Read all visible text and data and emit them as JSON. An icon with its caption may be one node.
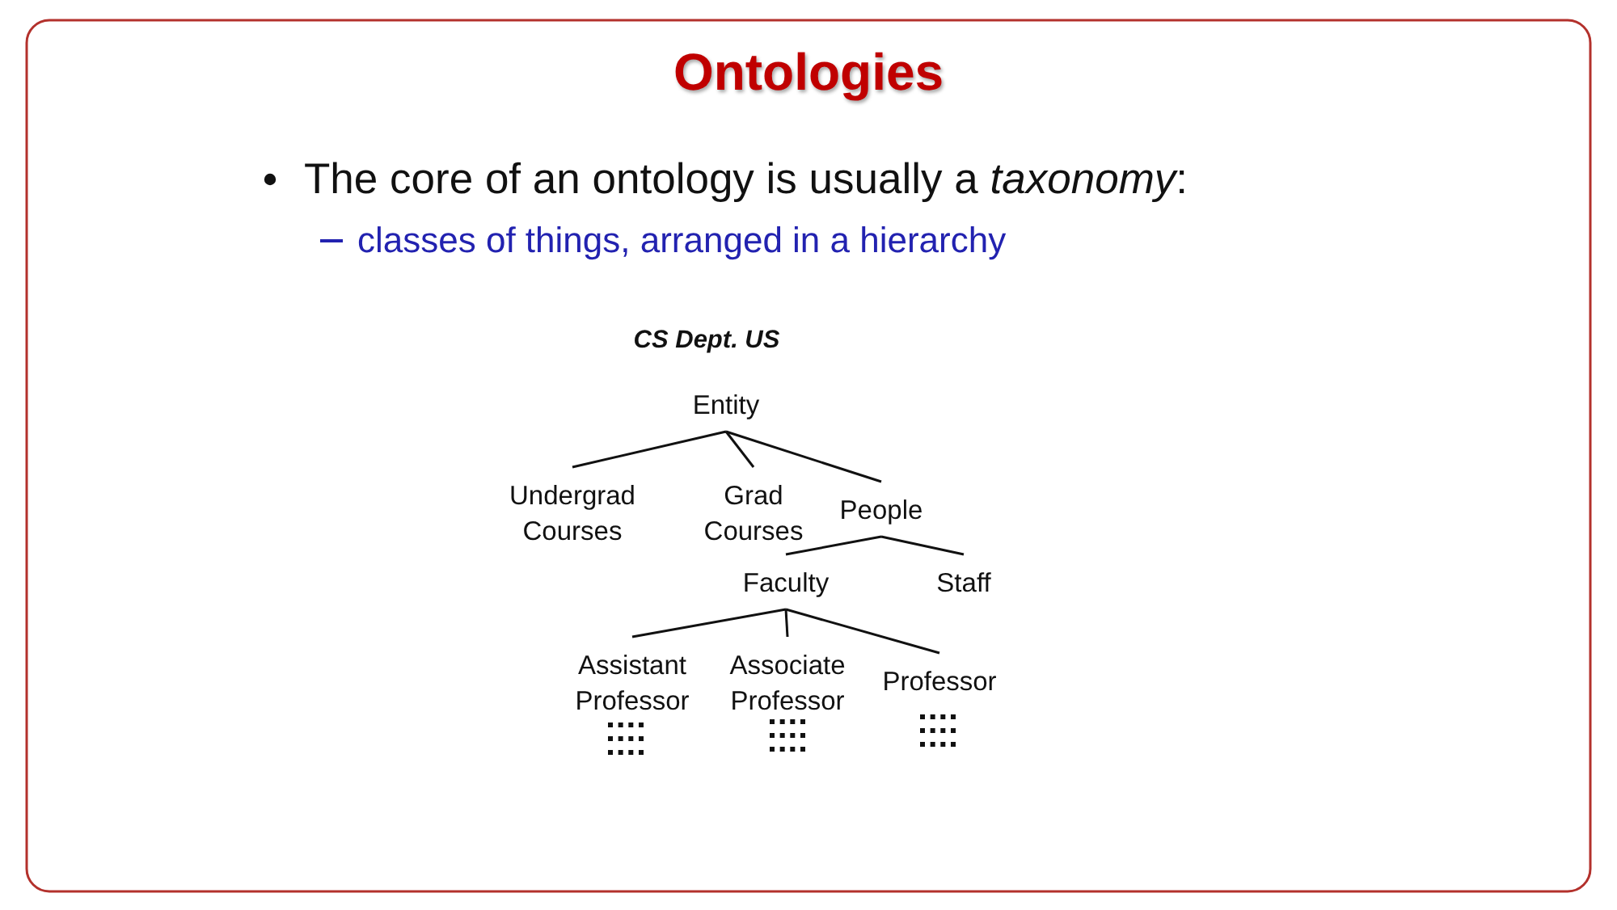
{
  "diagram": {
    "title": "Ontologies",
    "nodes": [
      {
        "text": [
          "Entity"
        ]
      },
      {
        "text": [
          "Undergrad Courses"
        ]
      },
      {
        "text": [
          "Grad Courses"
        ]
      },
      {
        "text": [
          "People"
        ]
      },
      {
        "text": [
          "Faculty"
        ]
      },
      {
        "text": [
          "Staff"
        ]
      },
      {
        "text": [
          "Assistant Professor"
        ]
      },
      {
        "text": [
          "Associate Professor"
        ]
      },
      {
        "text": [
          "Professor"
        ]
      }
    ],
    "edges": [
      {
        "from": 0,
        "to": 1,
        "arrow": "none"
      },
      {
        "from": 0,
        "to": 2,
        "arrow": "none"
      },
      {
        "from": 0,
        "to": 3,
        "arrow": "none"
      },
      {
        "from": 3,
        "to": 4,
        "arrow": "none"
      },
      {
        "from": 3,
        "to": 5,
        "arrow": "none"
      },
      {
        "from": 4,
        "to": 6,
        "arrow": "none"
      },
      {
        "from": 4,
        "to": 7,
        "arrow": "none"
      },
      {
        "from": 4,
        "to": 8,
        "arrow": "none"
      }
    ],
    "labels": [
      "The core of an ontology is usually a *taxonomy*:",
      "classes of things, arranged in a hierarchy",
      "CS Dept. US"
    ]
  }
}
